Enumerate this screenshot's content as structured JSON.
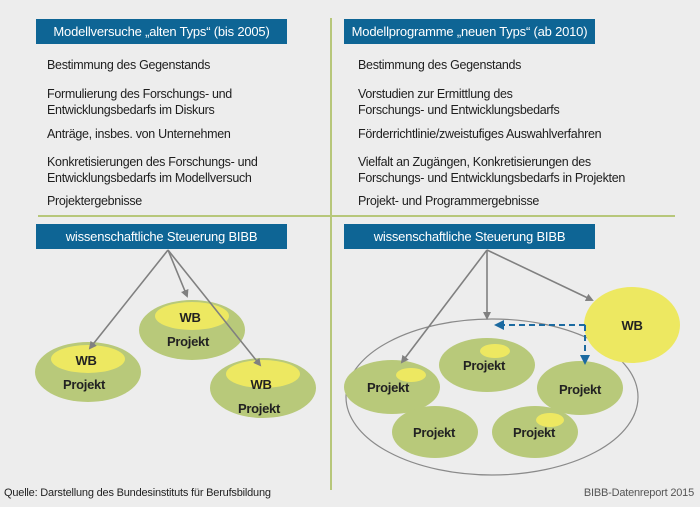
{
  "left": {
    "header": "Modellversuche „alten Typs“ (bis 2005)",
    "items": [
      [
        "Bestimmung des Gegenstands"
      ],
      [
        "Formulierung des Forschungs- und",
        "Entwicklungsbedarfs im Diskurs"
      ],
      [
        "Anträge, insbes. von Unternehmen"
      ],
      [
        "Konkretisierungen des Forschungs- und",
        "Entwicklungsbedarfs im Modellversuch"
      ],
      [
        "Projektergebnisse"
      ]
    ],
    "steering_header": "wissenschaftliche Steuerung BIBB",
    "nodes": [
      {
        "wb": "WB",
        "project": "Projekt"
      },
      {
        "wb": "WB",
        "project": "Projekt"
      },
      {
        "wb": "WB",
        "project": "Projekt"
      }
    ]
  },
  "right": {
    "header": "Modellprogramme „neuen Typs“ (ab 2010)",
    "items": [
      [
        "Bestimmung des Gegenstands"
      ],
      [
        "Vorstudien zur Ermittlung des",
        "Forschungs- und Entwicklungsbedarfs"
      ],
      [
        "Förderrichtlinie/zweistufiges Auswahlverfahren"
      ],
      [
        "Vielfalt an Zugängen, Konkretisierungen des",
        "Forschungs- und Entwicklungsbedarfs in Projekten"
      ],
      [
        "Projekt- und Programmergebnisse"
      ]
    ],
    "steering_header": "wissenschaftliche Steuerung BIBB",
    "wb_label": "WB",
    "projects": [
      "Projekt",
      "Projekt",
      "Projekt",
      "Projekt",
      "Projekt"
    ]
  },
  "footer": {
    "source": "Quelle: Darstellung des Bundesinstituts für Berufsbildung",
    "report": "BIBB-Datenreport 2015"
  },
  "colors": {
    "header_bg": "#0e6595",
    "divider": "#b7c77a",
    "project_green": "#b8c97a",
    "wb_yellow": "#ede861",
    "arrow_gray": "#808080",
    "dashed_blue": "#1c6aa0"
  }
}
